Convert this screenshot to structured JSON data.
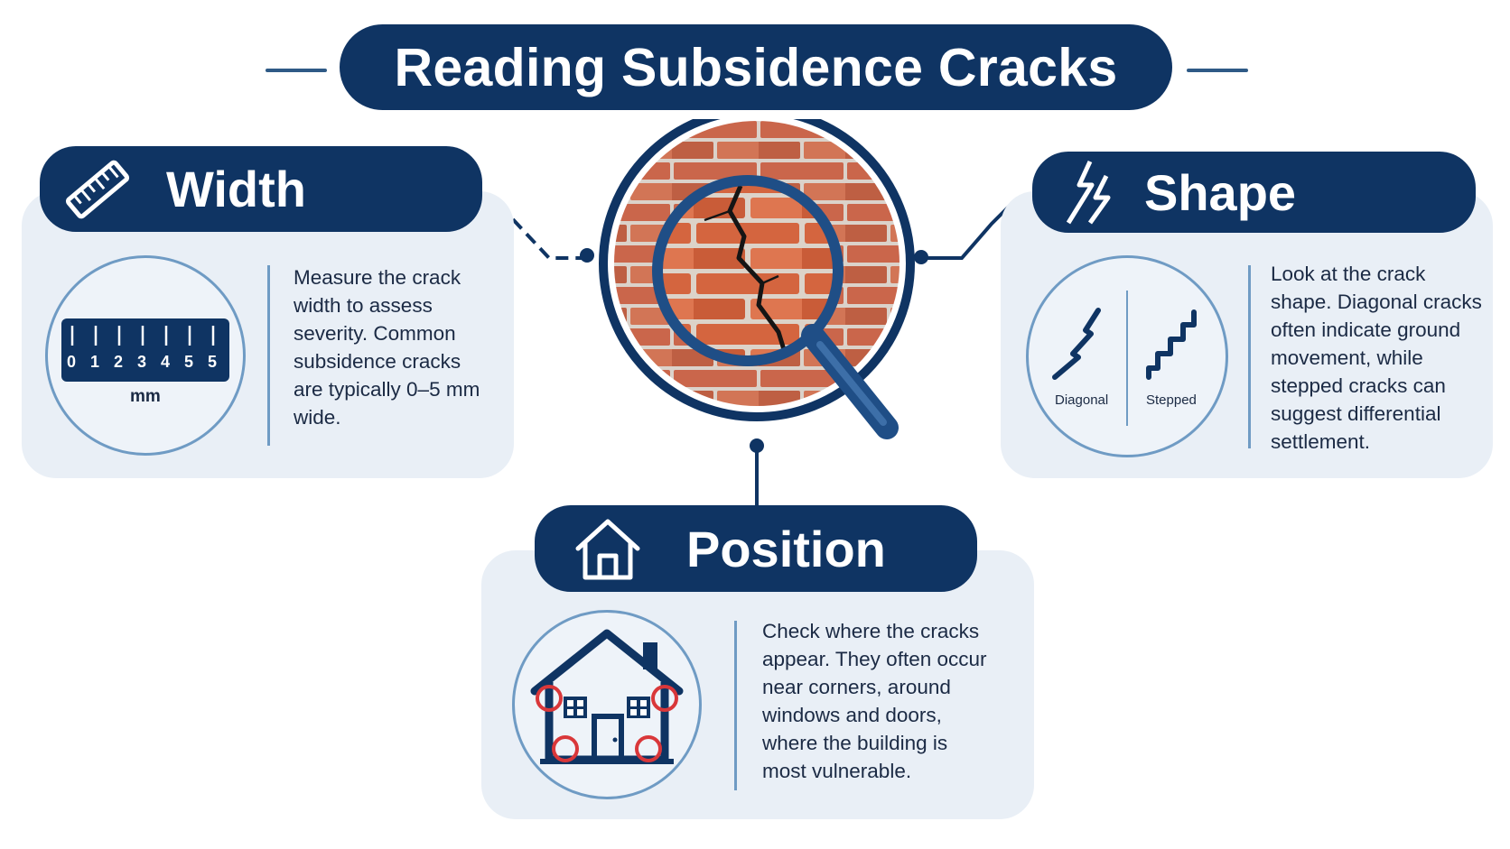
{
  "title": "Reading Subsidence Cracks",
  "width_section": {
    "heading": "Width",
    "heading_icon": "ruler-icon",
    "ruler_numbers": [
      "0",
      "1",
      "2",
      "3",
      "4",
      "5",
      "5"
    ],
    "unit_label": "mm",
    "description": "Measure the crack width to assess severity. Common subsidence cracks are typically 0–5 mm wide."
  },
  "shape_section": {
    "heading": "Shape",
    "heading_icon": "crack-icon",
    "diagonal_label": "Diagonal",
    "stepped_label": "Stepped",
    "description": "Look at the crack shape. Diagonal cracks often indicate ground movement, while stepped cracks can suggest differential settlement."
  },
  "position_section": {
    "heading": "Position",
    "heading_icon": "house-icon",
    "illustration_icon": "house-with-crack-markers-icon",
    "description": "Check where the cracks appear. They often occur near corners, around windows and doors, where the building is most vulnerable."
  },
  "center_illustration_icon": "magnifying-glass-on-cracked-brick-icon",
  "colors": {
    "navy": "#0f3463",
    "card_bg": "#e9eff6",
    "circle_stroke": "#6f9bc4",
    "marker_red": "#d9373a",
    "brick": "#c65a3c"
  }
}
